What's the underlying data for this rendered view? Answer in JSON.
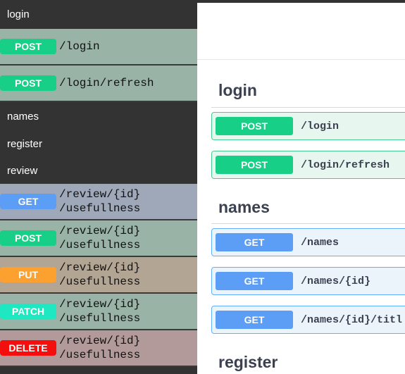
{
  "sidebar": {
    "login_tag": "login",
    "login_ops": [
      {
        "method": "POST",
        "path": "/login"
      },
      {
        "method": "POST",
        "path": "/login/refresh"
      }
    ],
    "names_tag": "names",
    "register_tag": "register",
    "review_tag": "review",
    "review_ops": [
      {
        "method": "GET",
        "path_line1": "/review/{id}",
        "path_line2": "/usefullness"
      },
      {
        "method": "POST",
        "path_line1": "/review/{id}",
        "path_line2": "/usefullness"
      },
      {
        "method": "PUT",
        "path_line1": "/review/{id}",
        "path_line2": "/usefullness"
      },
      {
        "method": "PATCH",
        "path_line1": "/review/{id}",
        "path_line2": "/usefullness"
      },
      {
        "method": "DELETE",
        "path_line1": "/review/{id}",
        "path_line2": "/usefullness"
      }
    ]
  },
  "main": {
    "sections": [
      {
        "title": "login",
        "ops": [
          {
            "method": "POST",
            "path": "/login"
          },
          {
            "method": "POST",
            "path": "/login/refresh"
          }
        ]
      },
      {
        "title": "names",
        "ops": [
          {
            "method": "GET",
            "path": "/names"
          },
          {
            "method": "GET",
            "path": "/names/{id}"
          },
          {
            "method": "GET",
            "path": "/names/{id}/titl"
          }
        ]
      },
      {
        "title": "register",
        "ops": []
      }
    ]
  },
  "colors": {
    "sidebar_bg": "#333333",
    "post": "#17cf86",
    "get": "#5c9ef5",
    "put": "#fca130",
    "patch": "#1de8c1",
    "delete": "#f50e0e"
  }
}
